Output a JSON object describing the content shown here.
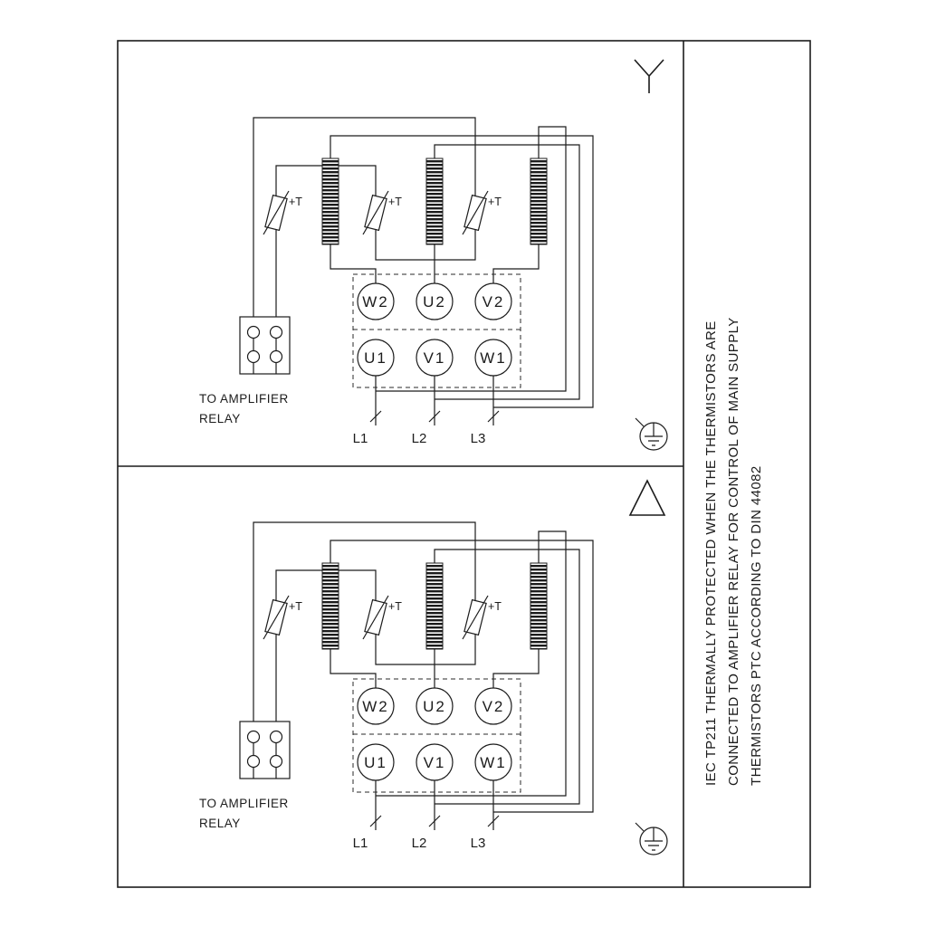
{
  "diagram": {
    "title_semantic": "motor star-delta wiring diagram with PTC thermistors",
    "terminals_top": [
      "W2",
      "U2",
      "V2"
    ],
    "terminals_bottom": [
      "U1",
      "V1",
      "W1"
    ],
    "supply_lines": [
      "L1",
      "L2",
      "L3"
    ],
    "thermistor_label": "+T",
    "relay_label_lines": [
      "TO AMPLIFIER",
      "RELAY"
    ],
    "side_note_lines": [
      "IEC TP211 THERMALLY PROTECTED WHEN THE THERMISTORS ARE",
      "CONNECTED TO AMPLIFIER RELAY FOR CONTROL OF MAIN SUPPLY",
      "THERMISTORS PTC ACCORDING TO DIN 44082"
    ],
    "panels": [
      {
        "connection": "star"
      },
      {
        "connection": "delta"
      }
    ],
    "colors": {
      "ink": "#1c1c1c",
      "background": "#ffffff"
    }
  }
}
